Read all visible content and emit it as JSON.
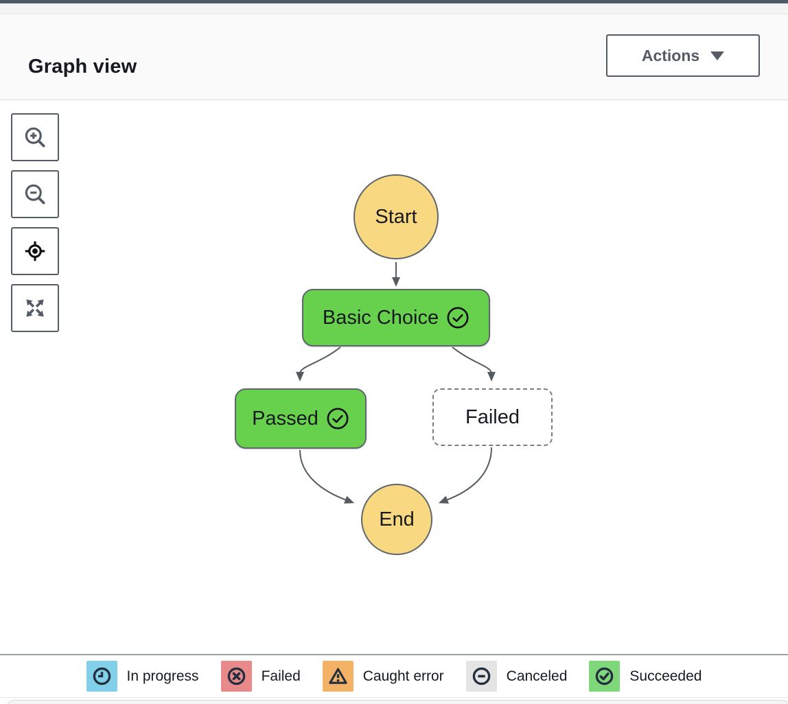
{
  "header": {
    "title": "Graph view",
    "actions_label": "Actions"
  },
  "toolbar": {
    "buttons": [
      {
        "name": "zoom-in"
      },
      {
        "name": "zoom-out"
      },
      {
        "name": "center-graph"
      },
      {
        "name": "fit-to-view"
      }
    ]
  },
  "graph": {
    "nodes": [
      {
        "id": "start",
        "label": "Start",
        "shape": "circle",
        "fill": "#f8d881"
      },
      {
        "id": "basic-choice",
        "label": "Basic Choice",
        "shape": "rect",
        "status": "succeeded",
        "fill": "#67d14e"
      },
      {
        "id": "passed",
        "label": "Passed",
        "shape": "rect",
        "status": "succeeded",
        "fill": "#67d14e"
      },
      {
        "id": "failed",
        "label": "Failed",
        "shape": "rect",
        "status": "not-executed",
        "fill": "#ffffff"
      },
      {
        "id": "end",
        "label": "End",
        "shape": "circle",
        "fill": "#f8d881"
      }
    ],
    "edges": [
      {
        "from": "start",
        "to": "basic-choice"
      },
      {
        "from": "basic-choice",
        "to": "passed"
      },
      {
        "from": "basic-choice",
        "to": "failed"
      },
      {
        "from": "passed",
        "to": "end"
      },
      {
        "from": "failed",
        "to": "end"
      }
    ]
  },
  "legend": {
    "items": [
      {
        "label": "In progress",
        "color": "#82cfe9",
        "icon": "clock-icon"
      },
      {
        "label": "Failed",
        "color": "#e98a8a",
        "icon": "circle-x-icon"
      },
      {
        "label": "Caught error",
        "color": "#f4b266",
        "icon": "warning-triangle-icon"
      },
      {
        "label": "Canceled",
        "color": "#e4e4e4",
        "icon": "circle-minus-icon"
      },
      {
        "label": "Succeeded",
        "color": "#7ed87a",
        "icon": "circle-check-icon"
      }
    ]
  },
  "colors": {
    "top_bar": "#4d5866",
    "accent_border": "#545b64",
    "edge": "#565b60",
    "node_green": "#67d14e",
    "node_yellow": "#f8d881",
    "canvas_bg": "#ffffff",
    "legend_border": "#99a1a7"
  }
}
